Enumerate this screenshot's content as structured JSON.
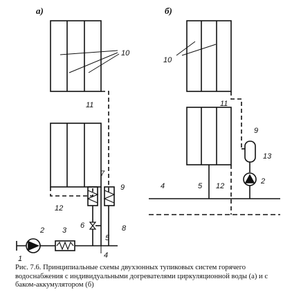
{
  "panels": {
    "a": "а)",
    "b": "б)"
  },
  "labels": {
    "a": {
      "l1": "1",
      "l2": "2",
      "l3": "3",
      "l4": "4",
      "l5": "5",
      "l6": "6",
      "l7": "7",
      "l8": "8",
      "l9": "9",
      "l10": "10",
      "l11": "11",
      "l12": "12"
    },
    "b": {
      "l2": "2",
      "l4": "4",
      "l5": "5",
      "l9": "9",
      "l10": "10",
      "l11": "11",
      "l12": "12",
      "l13": "13"
    }
  },
  "caption": "Рис. 7.6. Принципиальные схемы двухзонных тупиковых систем горячего водоснабжения с индивидуальными догревателями циркуляционной воды (а) и с баком-аккумулятором (б)"
}
